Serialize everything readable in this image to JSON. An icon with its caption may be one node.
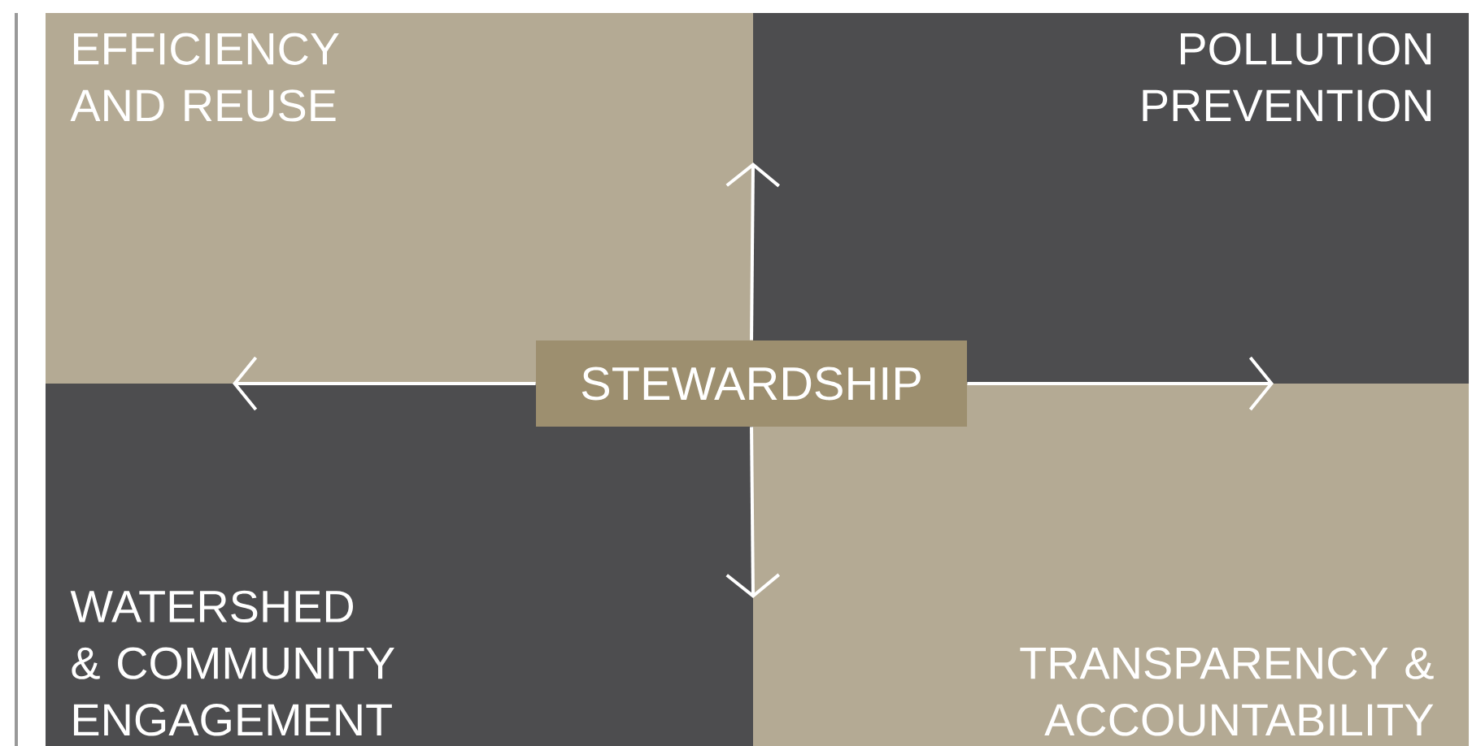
{
  "diagram": {
    "nodes": [
      {
        "text": [
          "STEWARDSHIP"
        ]
      },
      {
        "text": [
          "EFFICIENCY AND REUSE"
        ]
      },
      {
        "text": [
          "POLLUTION PREVENTION"
        ]
      },
      {
        "text": [
          "WATERSHED & COMMUNITY ENGAGEMENT"
        ]
      },
      {
        "text": [
          "TRANSPARENCY & ACCOUNTABILITY"
        ]
      }
    ],
    "edges": [
      {
        "from": 0,
        "to": 1,
        "arrow": "to"
      },
      {
        "from": 0,
        "to": 4,
        "arrow": "to"
      },
      {
        "from": 0,
        "to": 3,
        "arrow": "to"
      },
      {
        "from": 0,
        "to": 3,
        "arrow": "to"
      }
    ]
  }
}
